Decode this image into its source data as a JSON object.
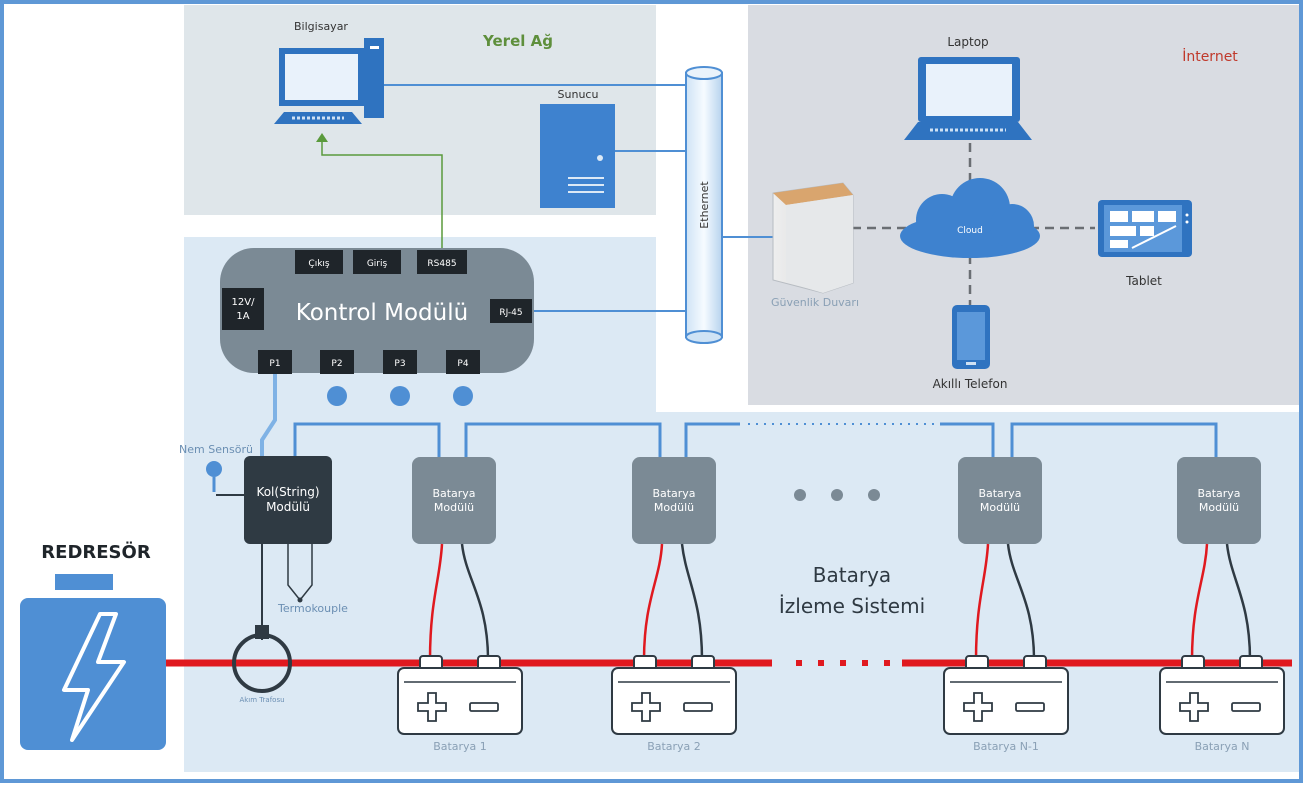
{
  "zones": {
    "local_network": "Yerel Ağ",
    "internet": "İnternet"
  },
  "lan": {
    "computer": "Bilgisayar",
    "server": "Sunucu",
    "ethernet": "Ethernet"
  },
  "internet_side": {
    "laptop": "Laptop",
    "cloud": "Cloud",
    "firewall": "Güvenlik Duvarı",
    "tablet": "Tablet",
    "phone": "Akıllı Telefon"
  },
  "control_module": {
    "title": "Kontrol Modülü",
    "power": [
      "12V/",
      "1A"
    ],
    "ports_top": [
      "Çıkış",
      "Giriş",
      "RS485"
    ],
    "rj45": "RJ-45",
    "ports_bottom": [
      "P1",
      "P2",
      "P3",
      "P4"
    ]
  },
  "sensors": {
    "humidity": "Nem Sensörü",
    "thermocouple": "Termokouple",
    "current_transformer": "Akım Trafosu"
  },
  "string_module": [
    "Kol(String)",
    "Modülü"
  ],
  "battery_module": [
    "Batarya",
    "Modülü"
  ],
  "rectifier": "REDRESÖR",
  "system_title": [
    "Batarya",
    "İzleme Sistemi"
  ],
  "batteries": [
    "Batarya 1",
    "Batarya 2",
    "Batarya N-1",
    "Batarya N"
  ],
  "colors": {
    "frame": "#5f98d6",
    "lan_panel": "#dfe6ea",
    "internet_panel": "#d9dce2",
    "system_panel": "#dce9f4",
    "link_blue": "#4f8fd4",
    "power_red": "#e0191f",
    "module_gray": "#7b8a95",
    "string_dark": "#2f3a43"
  }
}
